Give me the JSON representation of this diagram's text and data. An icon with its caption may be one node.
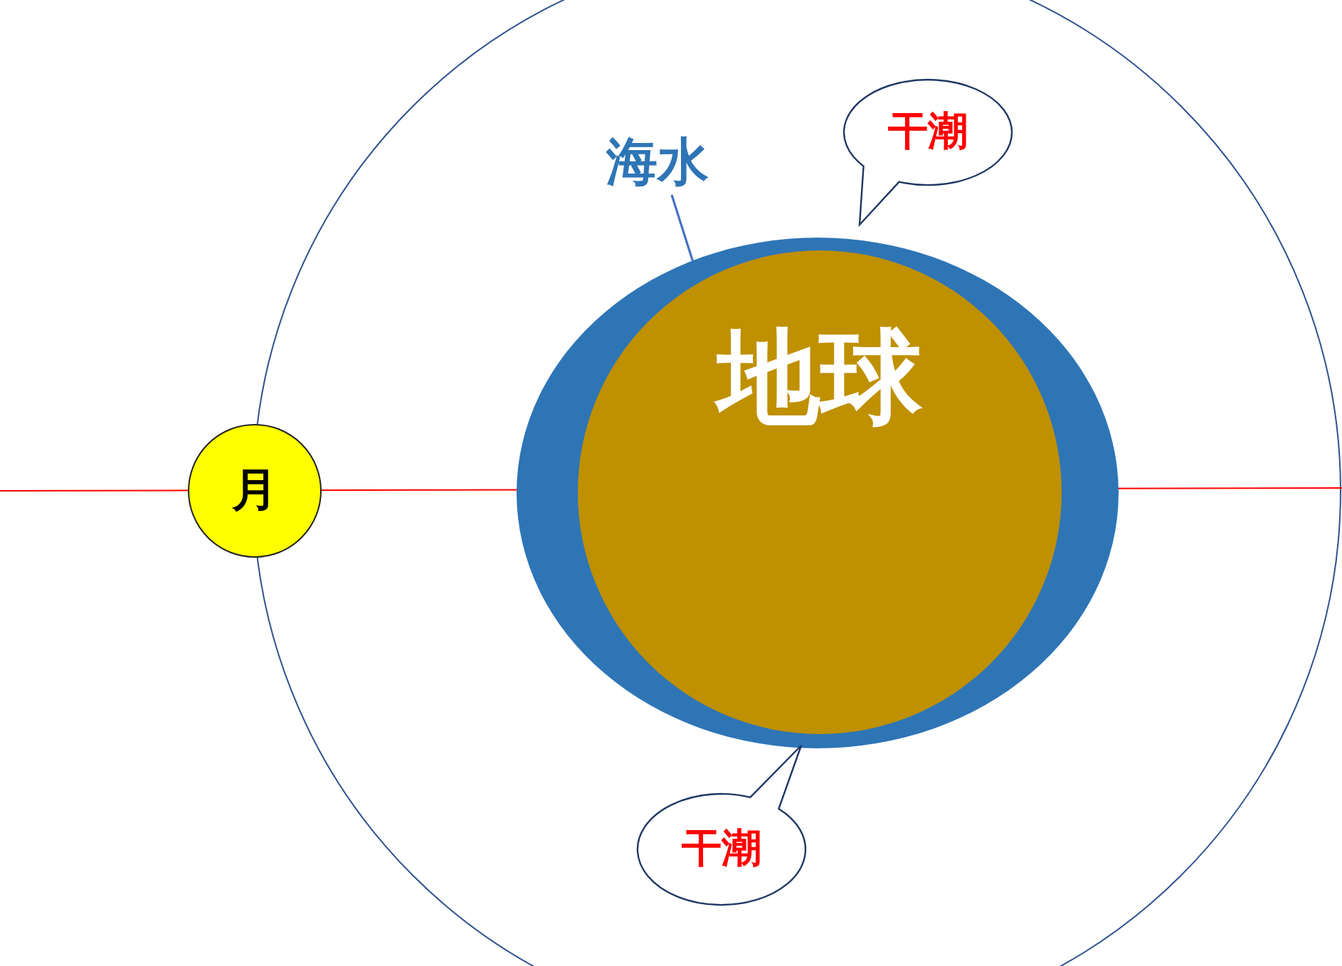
{
  "diagram": {
    "nodes": [
      {
        "text": [
          "月"
        ]
      },
      {
        "text": [
          "海水"
        ]
      },
      {
        "text": [],
        "shape": "circle"
      },
      {
        "text": [
          "地球"
        ],
        "in": 2
      },
      {
        "text": [
          "干潮"
        ]
      },
      {
        "text": [
          "干潮"
        ]
      }
    ],
    "edges": [
      {
        "from": 1,
        "to": 2,
        "arrow": "none"
      }
    ]
  }
}
